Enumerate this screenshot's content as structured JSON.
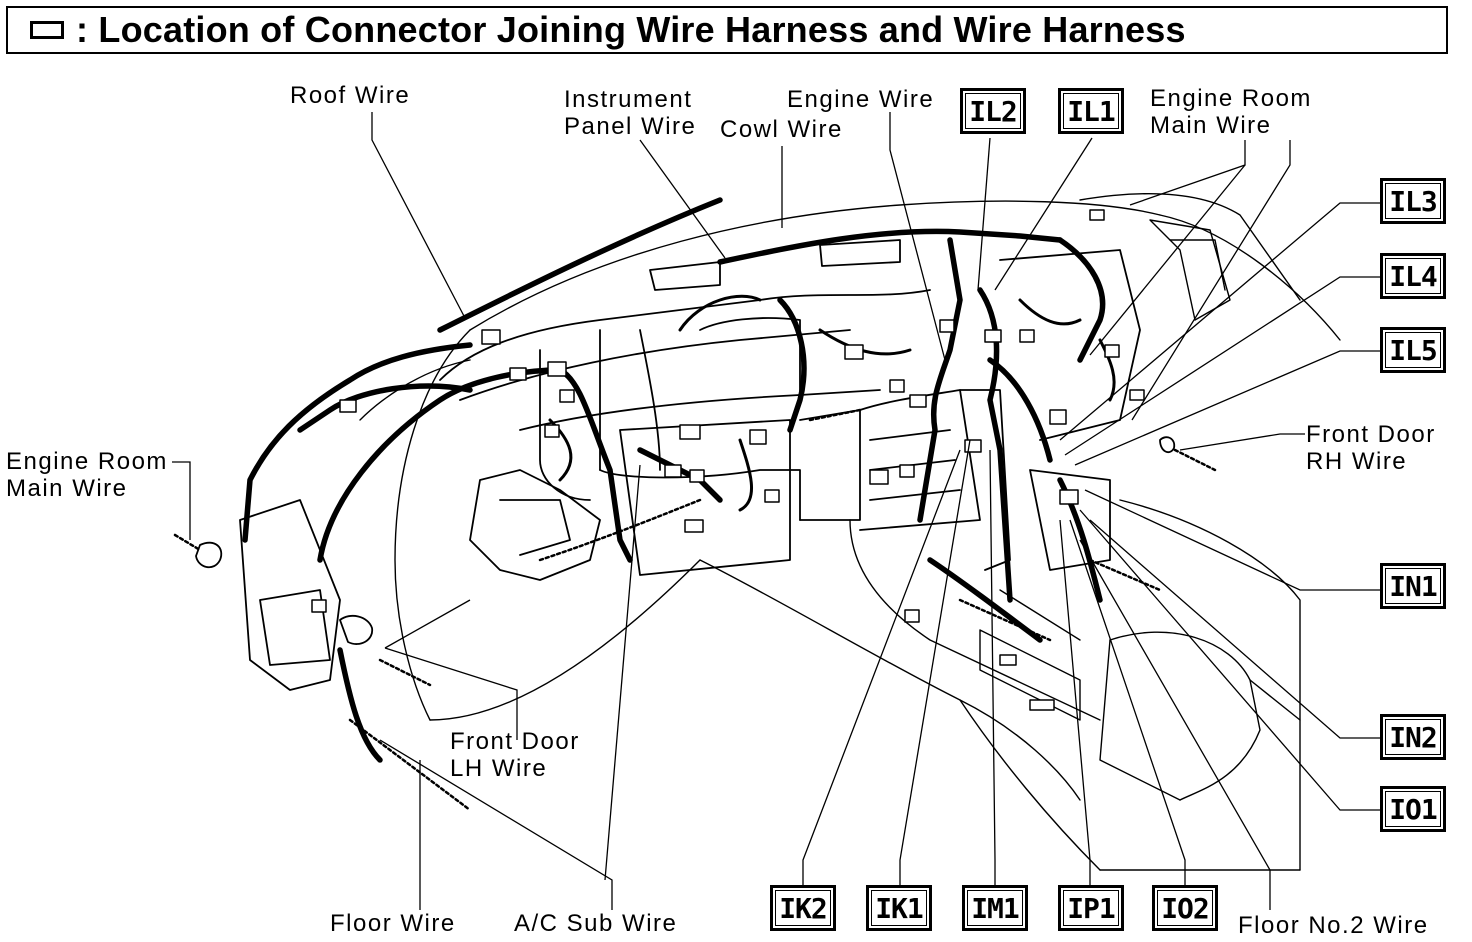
{
  "title": ": Location of Connector Joining Wire Harness and Wire Harness",
  "labels": {
    "roof_wire": "Roof Wire",
    "instrument_panel_wire": "Instrument\nPanel Wire",
    "cowl_wire": "Cowl Wire",
    "engine_wire": "Engine Wire",
    "engine_room_main_wire_right": "Engine Room\nMain Wire",
    "engine_room_main_wire_left": "Engine Room\nMain Wire",
    "front_door_rh_wire": "Front Door\nRH Wire",
    "front_door_lh_wire": "Front Door\nLH Wire",
    "floor_wire": "Floor Wire",
    "ac_sub_wire": "A/C Sub Wire",
    "floor_no2_wire": "Floor No.2 Wire"
  },
  "connectors": {
    "il2": "IL2",
    "il1": "IL1",
    "il3": "IL3",
    "il4": "IL4",
    "il5": "IL5",
    "in1": "IN1",
    "in2": "IN2",
    "io1": "IO1",
    "ik2": "IK2",
    "ik1": "IK1",
    "im1": "IM1",
    "ip1": "IP1",
    "io2": "IO2"
  }
}
